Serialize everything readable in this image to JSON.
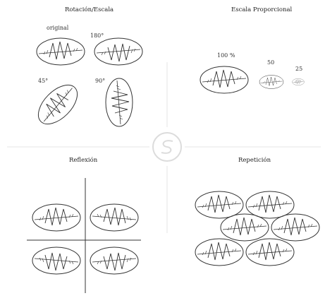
{
  "panels": {
    "rotation": {
      "title": "Rotación/Escala",
      "labels": {
        "original": "original",
        "r180": "180°",
        "r45": "45°",
        "r90": "90°"
      }
    },
    "scale": {
      "title": "Escala Proporcional",
      "labels": {
        "s100": "100 %",
        "s50": "50",
        "s25": "25"
      }
    },
    "reflection": {
      "title": "Reflexión"
    },
    "repetition": {
      "title": "Repetición"
    }
  },
  "colors": {
    "ink": "#333333",
    "watermark": "#dcdcdc"
  }
}
